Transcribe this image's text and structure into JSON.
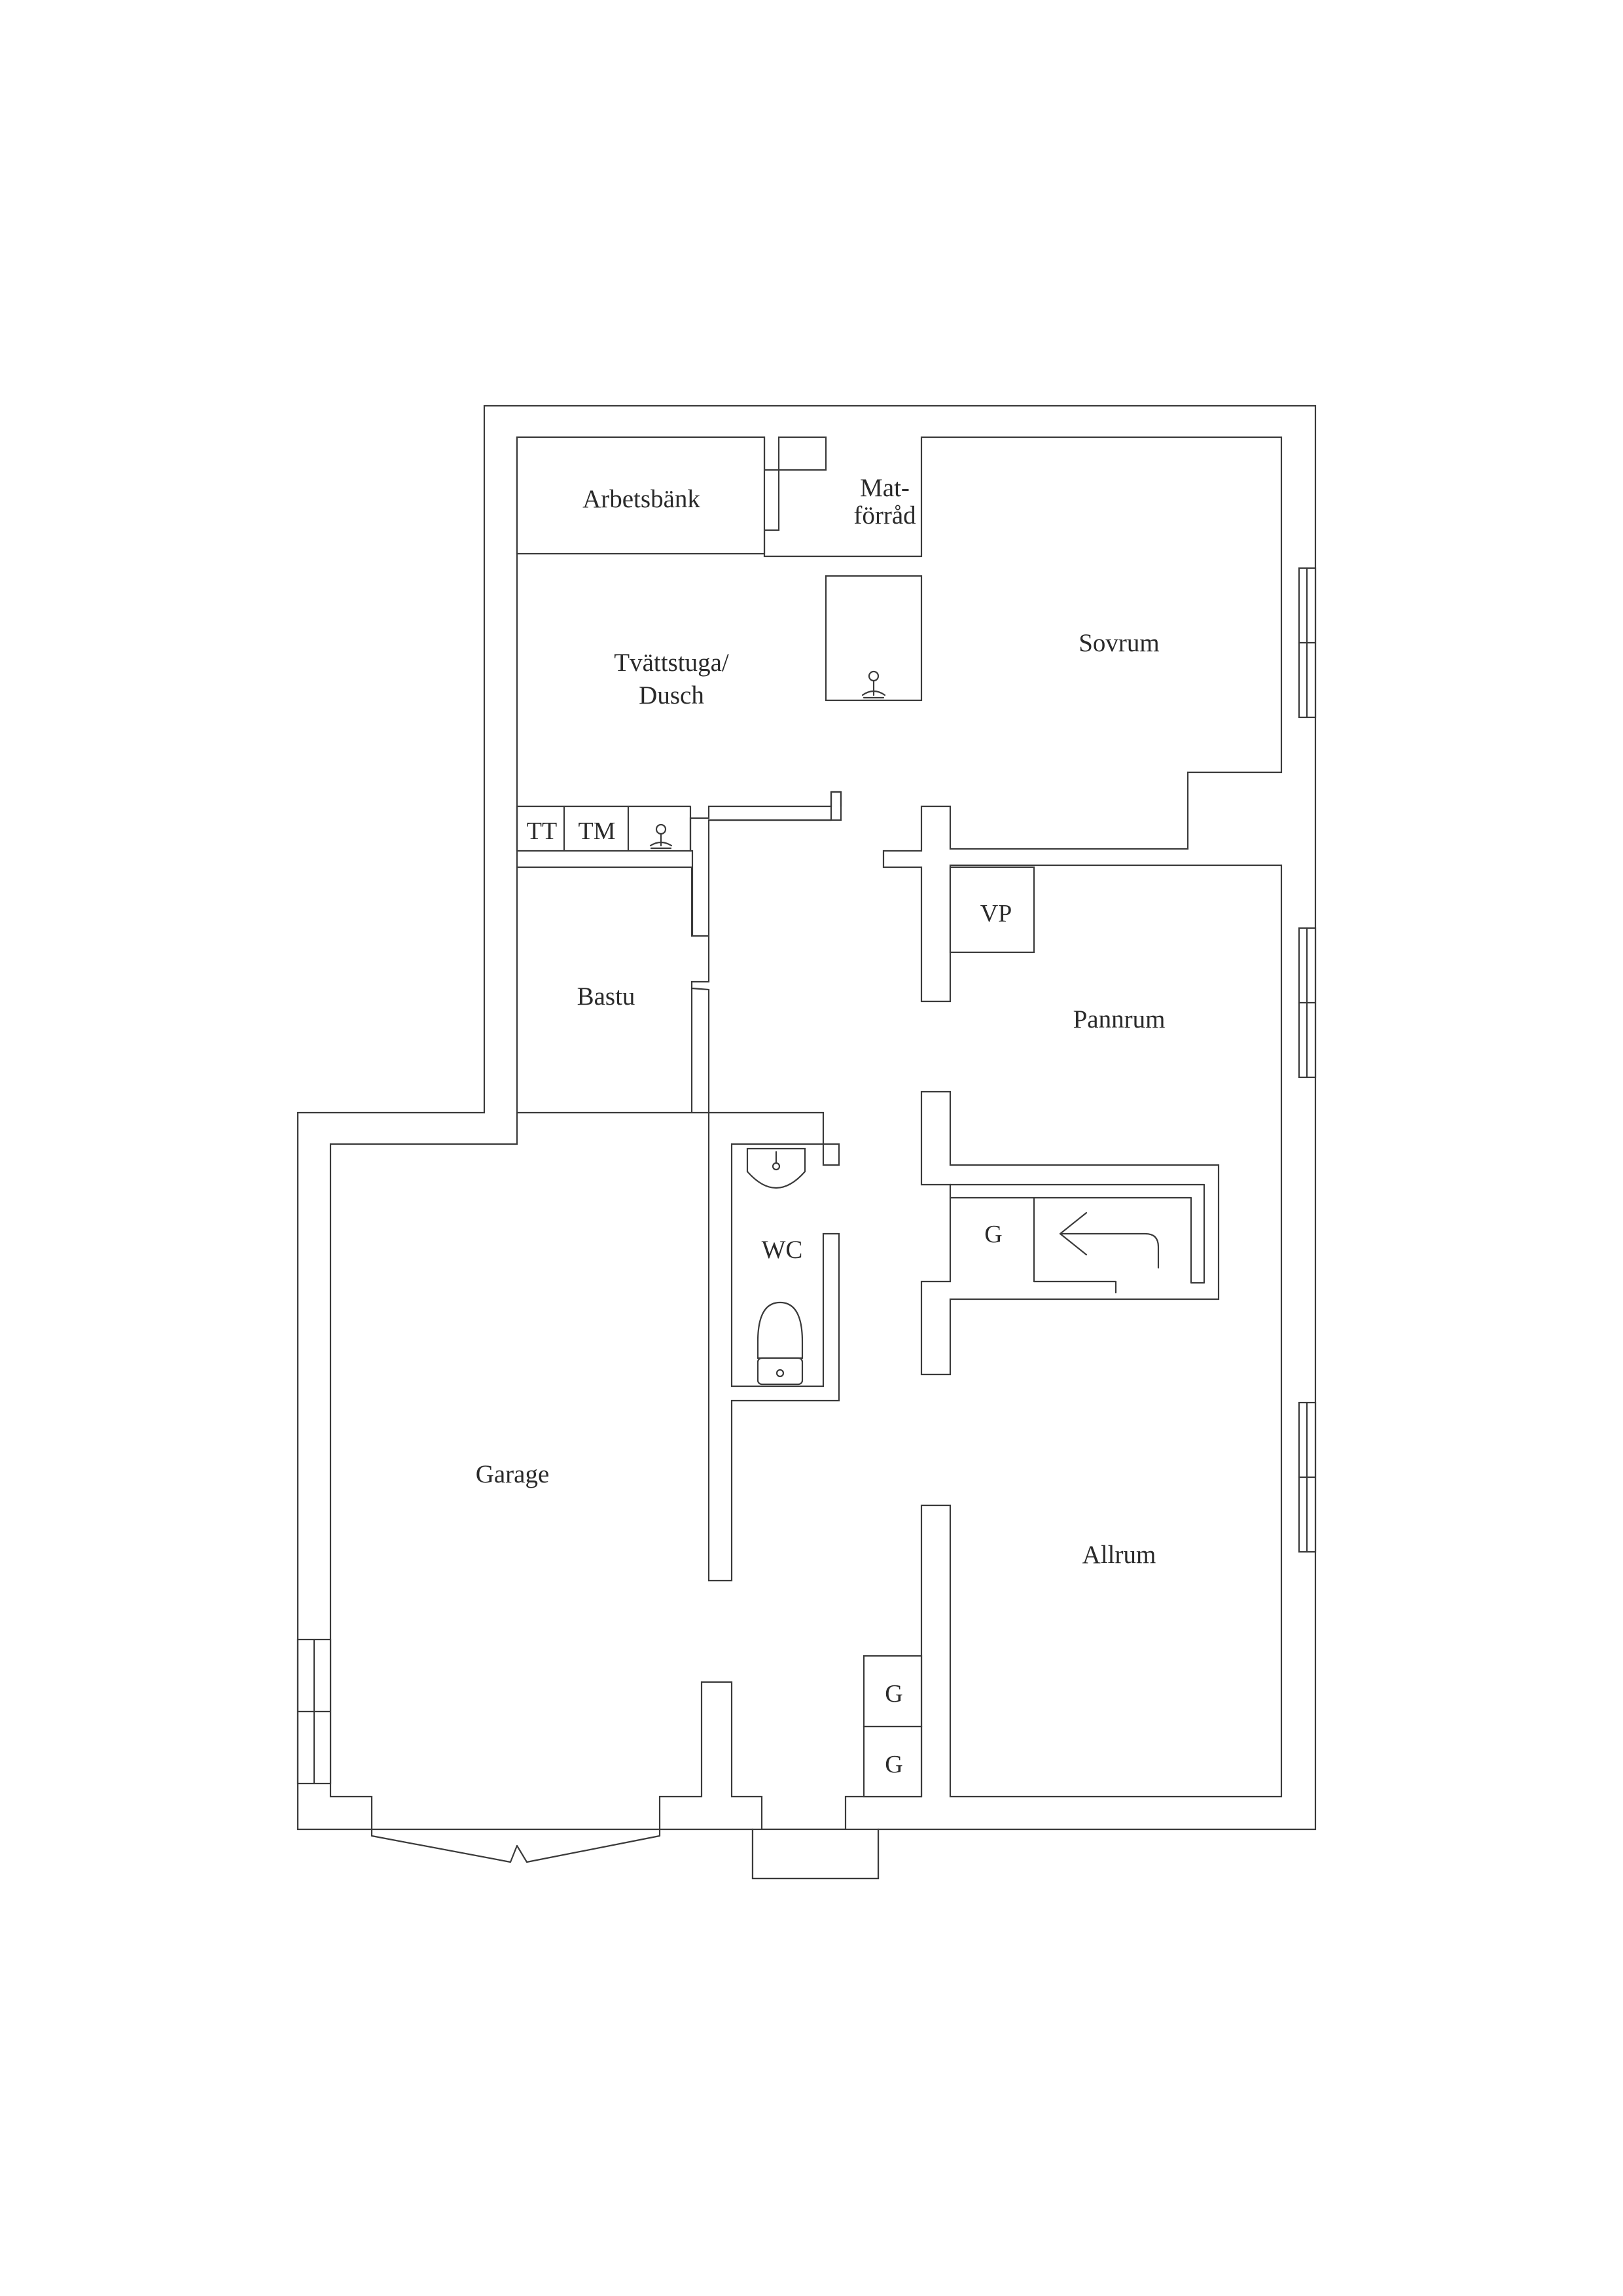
{
  "colors": {
    "background": "#ffffff",
    "lines": "#3a3a3a",
    "text": "#2a2a2a"
  },
  "rooms": {
    "arbetsbank": "Arbetsbänk",
    "matforrad_line1": "Mat-",
    "matforrad_line2": "förråd",
    "tvattstuga_line1": "Tvättstuga/",
    "tvattstuga_line2": "Dusch",
    "sovrum": "Sovrum",
    "tt": "TT",
    "tm": "TM",
    "vp": "VP",
    "pannrum": "Pannrum",
    "bastu": "Bastu",
    "wc": "WC",
    "g_stair": "G",
    "garage": "Garage",
    "allrum": "Allrum",
    "g_upper": "G",
    "g_lower": "G"
  },
  "icons": [
    "floor-drain-icon",
    "washbasin-icon",
    "toilet-icon",
    "stair-arrow-icon",
    "window-icon",
    "garage-door-icon",
    "entrance-step-icon"
  ]
}
